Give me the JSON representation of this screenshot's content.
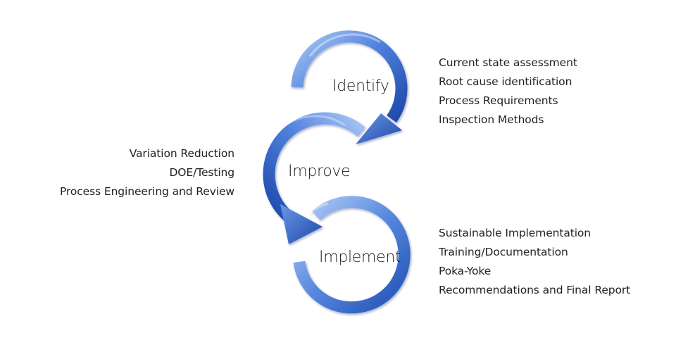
{
  "colors": {
    "arrow_light": "#8db4f2",
    "arrow_mid": "#4a7ad8",
    "arrow_dark": "#1f4cb0",
    "text": "#222222"
  },
  "stages": {
    "identify": {
      "label": "Identify",
      "items": [
        "Current state assessment",
        "Root cause identification",
        "Process Requirements",
        "Inspection Methods"
      ]
    },
    "improve": {
      "label": "Improve",
      "items": [
        "Variation Reduction",
        "DOE/Testing",
        "Process Engineering and Review"
      ]
    },
    "implement": {
      "label": "Implement",
      "items": [
        "Sustainable Implementation",
        "Training/Documentation",
        "Poka-Yoke",
        "Recommendations and Final Report"
      ]
    }
  }
}
